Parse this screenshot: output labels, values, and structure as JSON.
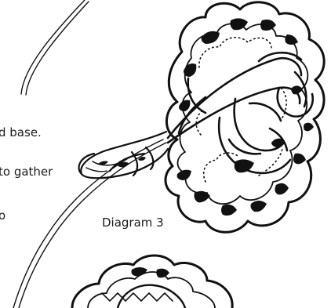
{
  "text_fragments": [
    "d base.",
    "to gather",
    "o"
  ],
  "caption": "Diagram 3",
  "colors": {
    "ink": "#111111",
    "paper": "#ffffff"
  }
}
